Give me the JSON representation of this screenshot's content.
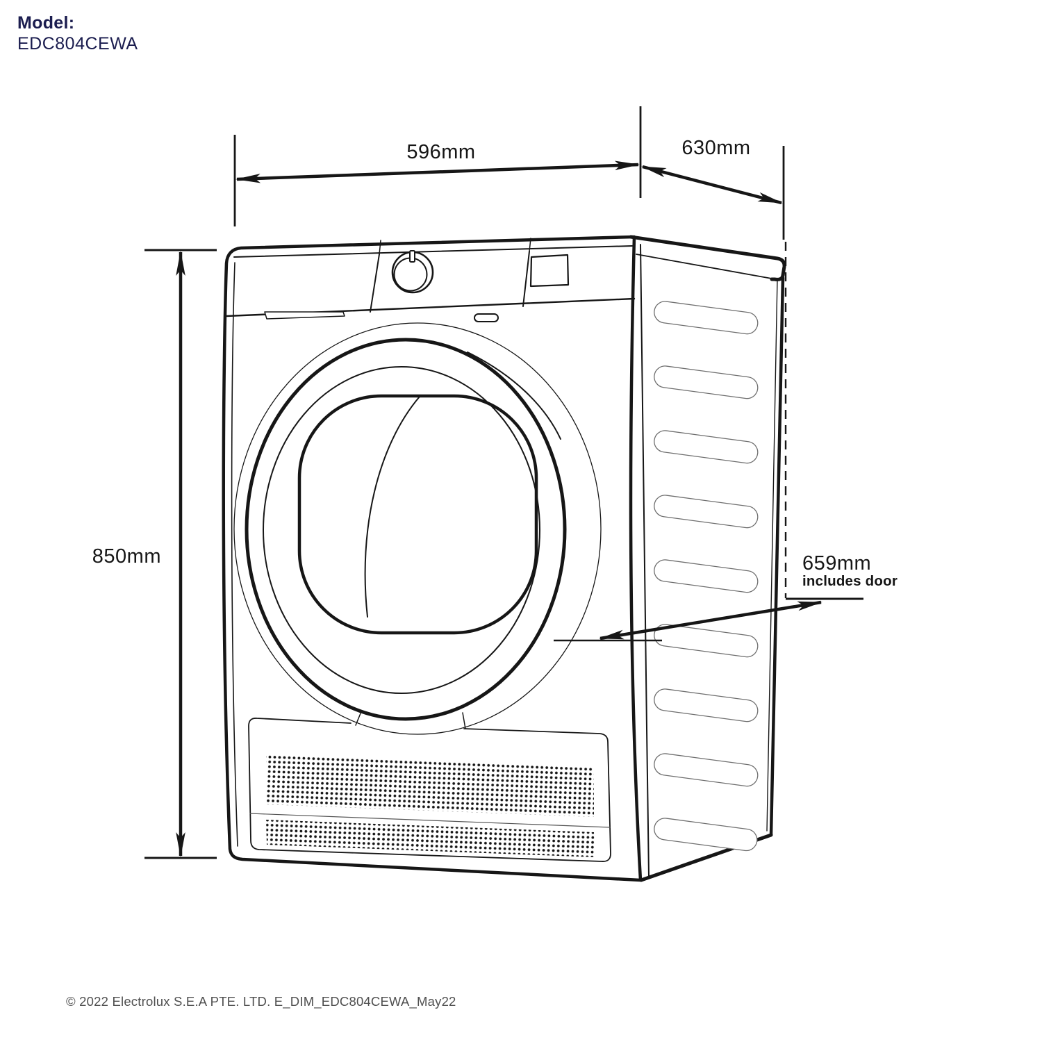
{
  "header": {
    "model_label": "Model:",
    "model_value": "EDC804CEWA",
    "text_color": "#1b1d4f"
  },
  "diagram": {
    "description": "Line drawing of a front-loading condenser dryer shown in three-quarter view with overall dimensions",
    "line_color": "#161616",
    "dimensions": {
      "width": {
        "value": "596mm"
      },
      "depth": {
        "value": "630mm"
      },
      "height": {
        "value": "850mm"
      },
      "depth_with_door": {
        "value": "659mm",
        "note": "includes door"
      }
    }
  },
  "footer": {
    "copyright": "© 2022 Electrolux S.E.A PTE. LTD. E_DIM_EDC804CEWA_May22"
  }
}
